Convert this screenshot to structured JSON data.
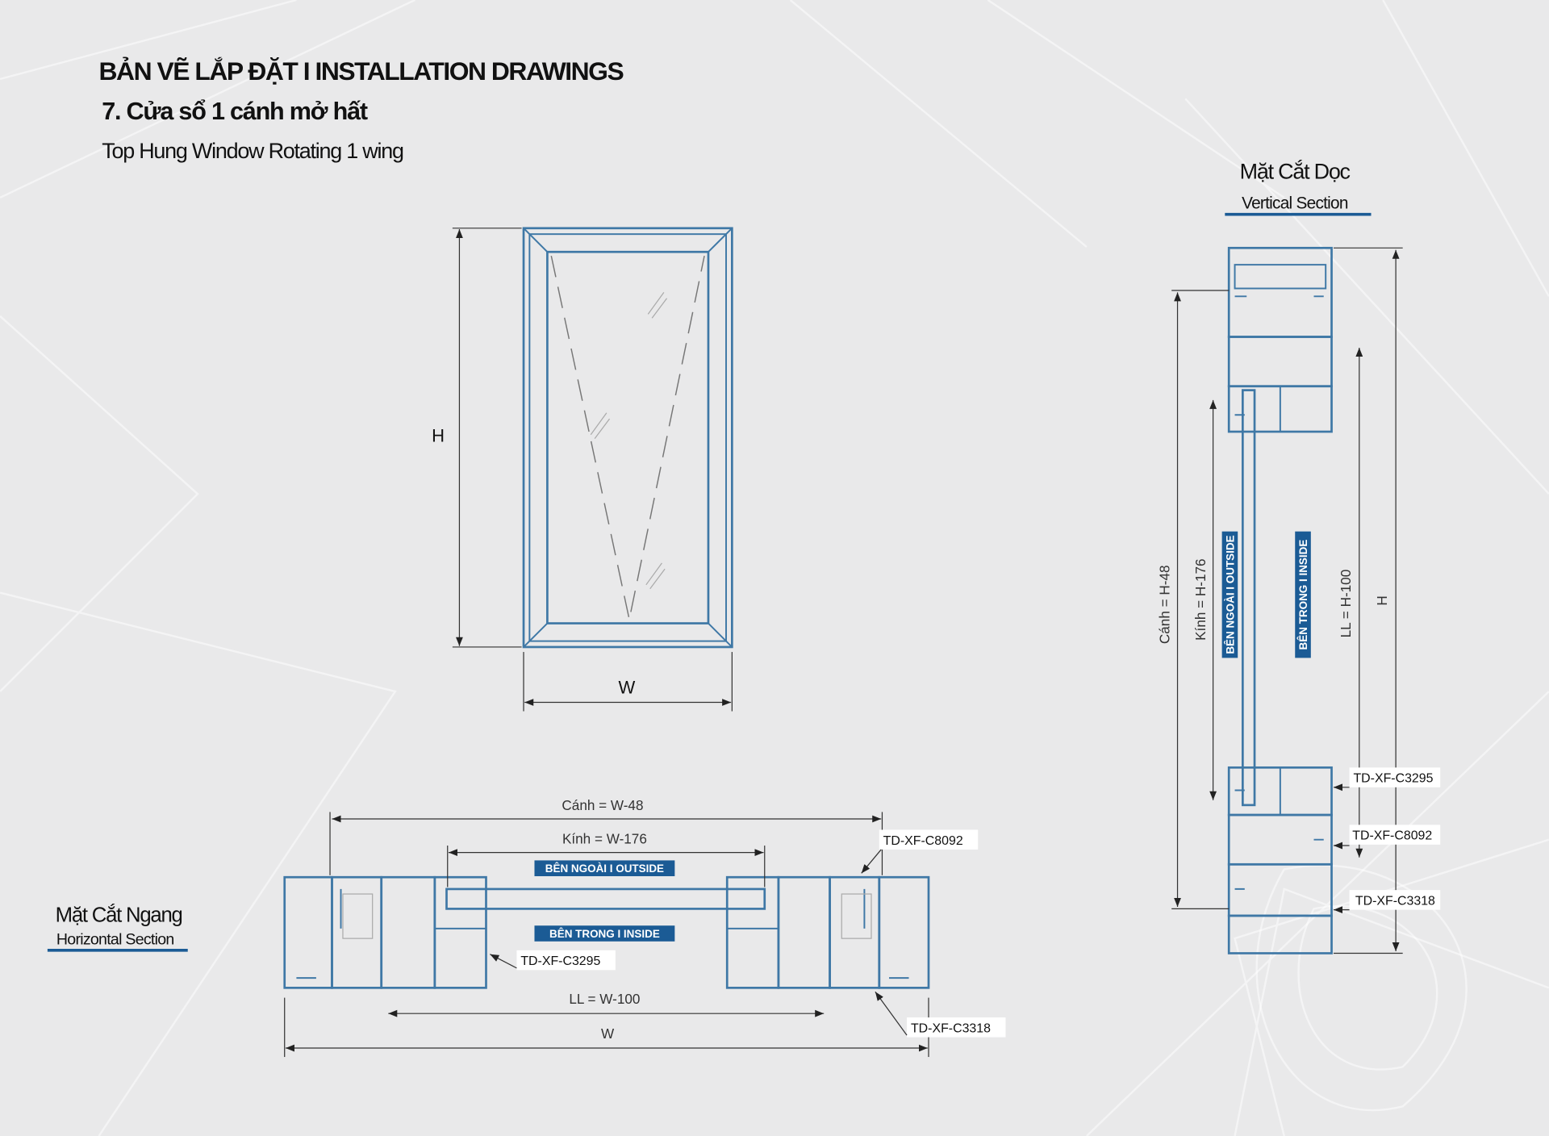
{
  "header": {
    "title": "BẢN VẼ LẮP ĐẶT  I  INSTALLATION DRAWINGS",
    "subtitle": "7. Cửa sổ 1 cánh mở hất",
    "subtitle_en": "Top Hung Window Rotating 1 wing"
  },
  "elevation": {
    "height_label": "H",
    "width_label": "W"
  },
  "vertical_section": {
    "title": "Mặt Cắt Dọc",
    "title_en": "Vertical Section",
    "dims": {
      "sash": "Cánh = H-48",
      "glass": "Kính = H-176",
      "clear": "LL = H-100",
      "total": "H"
    },
    "outside": "BÊN NGOÀI  I  OUTSIDE",
    "inside": "BÊN TRONG  I  INSIDE",
    "tags": [
      "TD-XF-C3295",
      "TD-XF-C8092",
      "TD-XF-C3318"
    ]
  },
  "horizontal_section": {
    "title": "Mặt Cắt Ngang",
    "title_en": "Horizontal Section",
    "dims": {
      "sash": "Cánh = W-48",
      "glass": "Kính = W-176",
      "clear": "LL = W-100",
      "total": "W"
    },
    "outside": "BÊN NGOÀI  I  OUTSIDE",
    "inside": "BÊN TRONG  I  INSIDE",
    "tags": [
      "TD-XF-C8092",
      "TD-XF-C3295",
      "TD-XF-C3318"
    ]
  },
  "colors": {
    "profile": "#3f78a6",
    "label_blue": "#1b5b95",
    "background": "#e9e9ea"
  }
}
